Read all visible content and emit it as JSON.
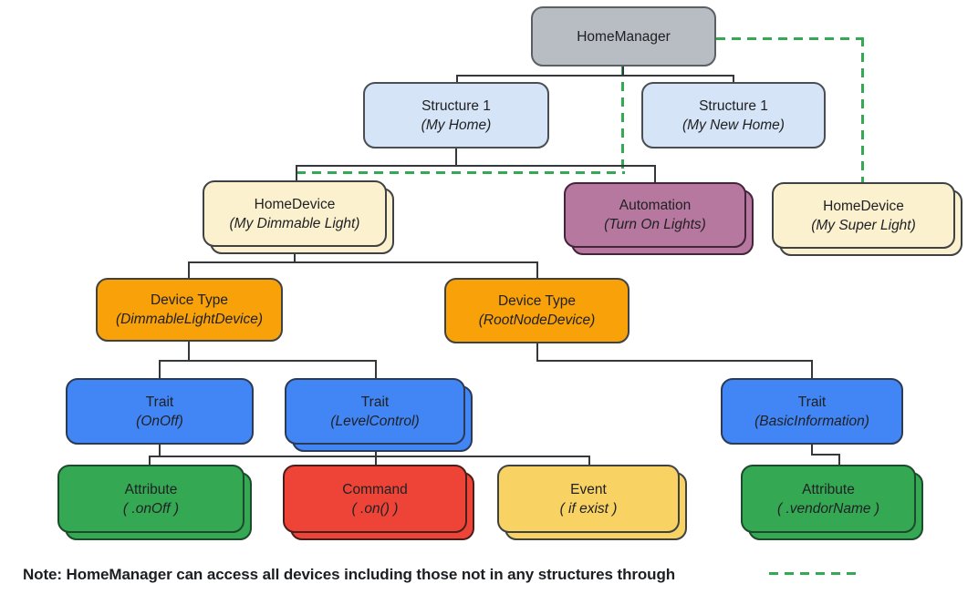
{
  "palette": {
    "gray": "#b7bdc2",
    "light_blue": "#d5e4f6",
    "cream": "#fbf1cf",
    "mauve": "#b6789e",
    "orange": "#f9a109",
    "blue": "#4285f4",
    "green": "#34a853",
    "red": "#ee4437",
    "yellow": "#f8d263",
    "dashed_link_green": "#34a853",
    "connector_line": "#35383b",
    "text": "#202124"
  },
  "nodes": {
    "home_manager": {
      "title": "HomeManager",
      "subtitle": "",
      "color": "gray",
      "stacked": false
    },
    "structure_my_home": {
      "title": "Structure 1",
      "subtitle": "(My Home)",
      "color": "light_blue",
      "stacked": false
    },
    "structure_my_new_home": {
      "title": "Structure 1",
      "subtitle": "(My New Home)",
      "color": "light_blue",
      "stacked": false
    },
    "home_device_dimmable": {
      "title": "HomeDevice",
      "subtitle": "(My Dimmable Light)",
      "color": "cream",
      "stacked": true
    },
    "automation": {
      "title": "Automation",
      "subtitle": "(Turn On Lights)",
      "color": "mauve",
      "stacked": true
    },
    "home_device_super": {
      "title": "HomeDevice",
      "subtitle": "(My Super Light)",
      "color": "cream",
      "stacked": true
    },
    "device_type_dimmable": {
      "title": "Device Type",
      "subtitle": "(DimmableLightDevice)",
      "color": "orange",
      "stacked": false
    },
    "device_type_rootnode": {
      "title": "Device Type",
      "subtitle": "(RootNodeDevice)",
      "color": "orange",
      "stacked": false
    },
    "trait_onoff": {
      "title": "Trait",
      "subtitle": "(OnOff)",
      "color": "blue",
      "stacked": false
    },
    "trait_levelcontrol": {
      "title": "Trait",
      "subtitle": "(LevelControl)",
      "color": "blue",
      "stacked": true
    },
    "trait_basicinfo": {
      "title": "Trait",
      "subtitle": "(BasicInformation)",
      "color": "blue",
      "stacked": false
    },
    "attribute_onoff": {
      "title": "Attribute",
      "subtitle": "( .onOff )",
      "color": "green",
      "stacked": true
    },
    "command_on": {
      "title": "Command",
      "subtitle": "( .on() )",
      "color": "red",
      "stacked": true
    },
    "event_ifexist": {
      "title": "Event",
      "subtitle": "( if exist )",
      "color": "yellow",
      "stacked": true
    },
    "attribute_vendorname": {
      "title": "Attribute",
      "subtitle": "( .vendorName )",
      "color": "green",
      "stacked": true
    }
  },
  "edges": {
    "solid": [
      {
        "from": "home_manager",
        "to": "structure_my_home"
      },
      {
        "from": "home_manager",
        "to": "structure_my_new_home"
      },
      {
        "from": "structure_my_home",
        "to": "home_device_dimmable"
      },
      {
        "from": "structure_my_home",
        "to": "automation"
      },
      {
        "from": "home_device_dimmable",
        "to": "device_type_dimmable"
      },
      {
        "from": "home_device_dimmable",
        "to": "device_type_rootnode"
      },
      {
        "from": "device_type_dimmable",
        "to": "trait_onoff"
      },
      {
        "from": "device_type_dimmable",
        "to": "trait_levelcontrol"
      },
      {
        "from": "device_type_rootnode",
        "to": "trait_basicinfo"
      },
      {
        "from": "trait_onoff",
        "to": "attribute_onoff"
      },
      {
        "from": "trait_levelcontrol",
        "to": "command_on"
      },
      {
        "from": "trait_levelcontrol",
        "to": "event_ifexist"
      },
      {
        "from": "trait_basicinfo",
        "to": "attribute_vendorname"
      }
    ],
    "dashed_green": [
      {
        "from": "home_manager",
        "to": "home_device_dimmable"
      },
      {
        "from": "home_manager",
        "to": "home_device_super"
      }
    ]
  },
  "note": {
    "text": "Note: HomeManager can access all devices including those not in any structures through"
  }
}
